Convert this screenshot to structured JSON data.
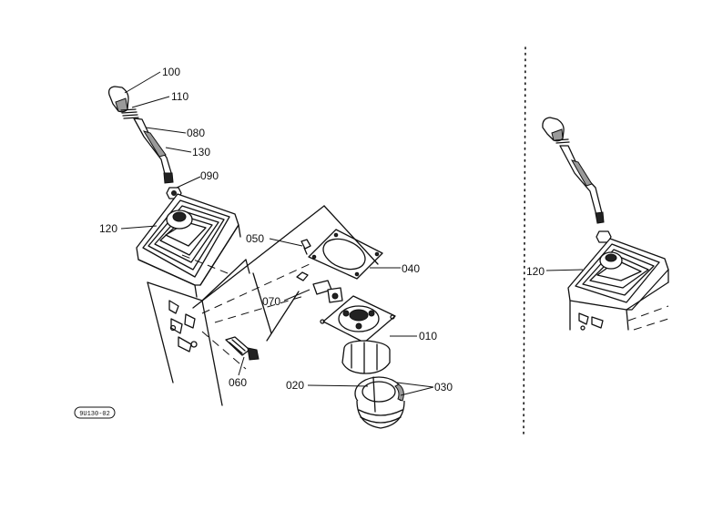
{
  "labels": {
    "p100": "100",
    "p110": "110",
    "p080": "080",
    "p130": "130",
    "p090": "090",
    "p120": "120",
    "p050": "050",
    "p040": "040",
    "p070": "070",
    "p010": "010",
    "p060": "060",
    "p020": "020",
    "p030": "030",
    "p120_inset": "120"
  },
  "reference_code": "9U130-02",
  "colors": {
    "ink": "#111111",
    "paper": "#ffffff"
  }
}
